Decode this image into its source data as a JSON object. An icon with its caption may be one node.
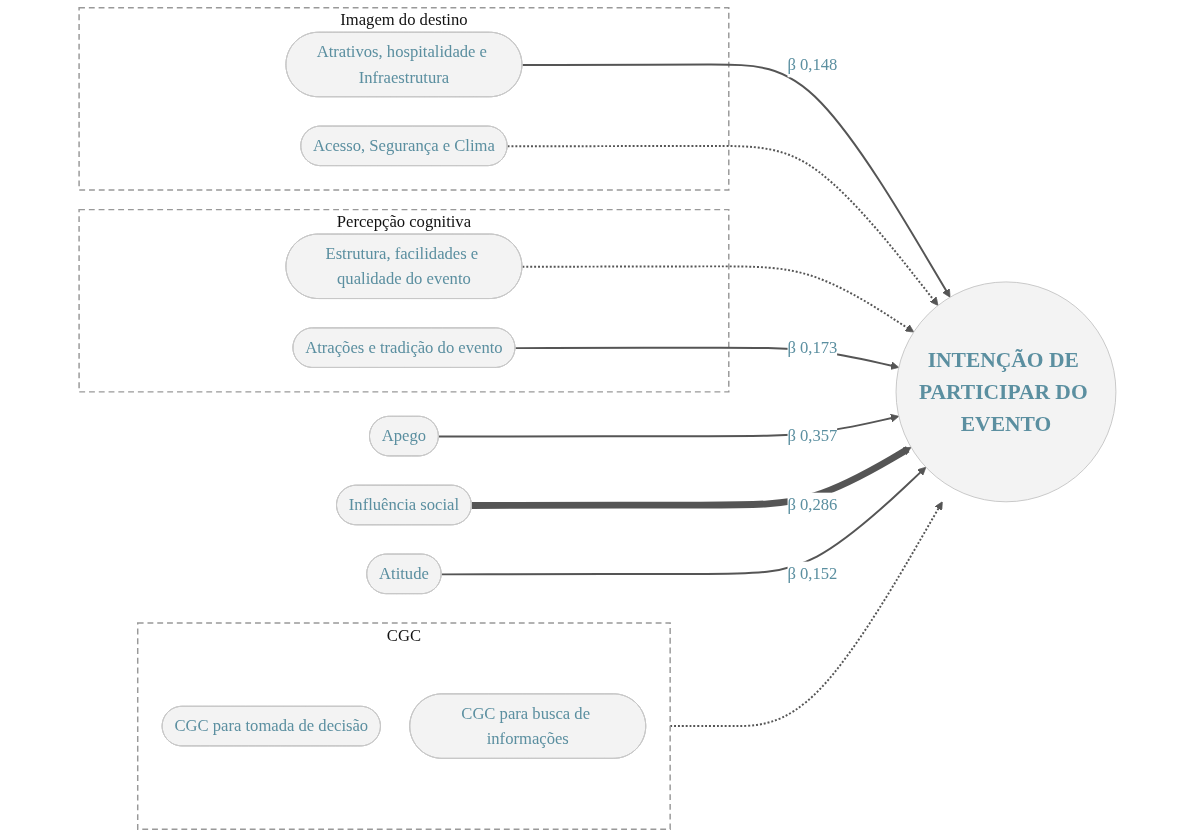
{
  "diagram": {
    "nodes": [
      {
        "text": [
          "Imagem do destino"
        ]
      },
      {
        "text": [
          "Atrativos, hospitalidade e Infraestrutura"
        ],
        "in": 0
      },
      {
        "text": [
          "Acesso, Segurança e Clima"
        ],
        "in": 0
      },
      {
        "text": [
          "CGC"
        ]
      },
      {
        "text": [
          "CGC para tomada de decisão"
        ],
        "in": 3
      },
      {
        "text": [
          "CGC para busca de informações"
        ],
        "in": 3
      },
      {
        "text": [
          "Percepção cognitiva"
        ]
      },
      {
        "text": [
          "Estrutura, facilidades e qualidade do evento"
        ],
        "in": 6
      },
      {
        "text": [
          "Atrações e tradição do evento"
        ],
        "in": 6
      },
      {
        "text": [
          "INTENÇÃO DE PARTICIPAR DO EVENTO"
        ]
      },
      {
        "text": [
          "Apego"
        ]
      },
      {
        "text": [
          "Influência social"
        ]
      },
      {
        "text": [
          "Atitude"
        ]
      }
    ],
    "edges": [
      {
        "from": 1,
        "to": 9,
        "arrow": "to",
        "label": "β 0,148"
      },
      {
        "from": 2,
        "to": 9,
        "arrow": "to",
        "style": "dashed"
      },
      {
        "from": 3,
        "to": 9,
        "arrow": "to",
        "style": "dashed"
      },
      {
        "from": 7,
        "to": 9,
        "arrow": "to",
        "style": "dashed"
      },
      {
        "from": 8,
        "to": 9,
        "arrow": "to",
        "label": "β 0,173"
      },
      {
        "from": 10,
        "to": 9,
        "arrow": "to",
        "label": "β 0,357"
      },
      {
        "from": 11,
        "to": 9,
        "arrow": "to",
        "label": "β 0,286",
        "style": "thick"
      },
      {
        "from": 12,
        "to": 9,
        "arrow": "to",
        "label": "β 0,152"
      }
    ]
  }
}
